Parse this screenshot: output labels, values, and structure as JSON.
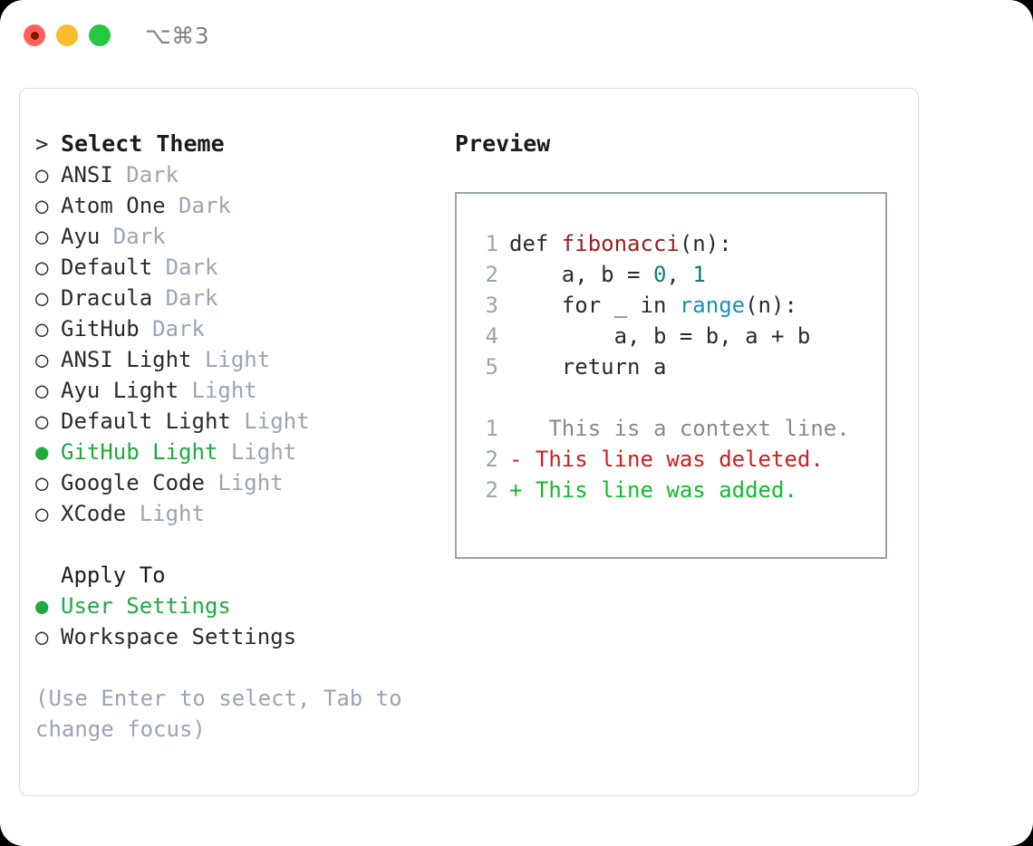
{
  "titlebar": {
    "shortcut": "⌥⌘3",
    "buttons": [
      {
        "name": "close",
        "color": "#ff6159"
      },
      {
        "name": "minimize",
        "color": "#fbbd2e"
      },
      {
        "name": "maximize",
        "color": "#26c840"
      }
    ]
  },
  "colors": {
    "selected_green": "#1faa3f",
    "muted_gray": "#9aa5b4",
    "text": "#2b2b2b",
    "panel_border": "#d5d9df",
    "preview_border": "#97a3b2",
    "diff_add": "#12bb2e",
    "diff_del": "#cc1f1f",
    "diff_ctx": "#8a8a8a",
    "syntax_function": "#9b1c1c",
    "syntax_number": "#0f7b7b",
    "syntax_call": "#1a8fbf"
  },
  "theme_list": {
    "header_marker": ">",
    "header": "Select Theme",
    "items": [
      {
        "marker": "○",
        "name": "ANSI",
        "suffix": "Dark",
        "selected": false
      },
      {
        "marker": "○",
        "name": "Atom One",
        "suffix": "Dark",
        "selected": false
      },
      {
        "marker": "○",
        "name": "Ayu",
        "suffix": "Dark",
        "selected": false
      },
      {
        "marker": "○",
        "name": "Default",
        "suffix": "Dark",
        "selected": false
      },
      {
        "marker": "○",
        "name": "Dracula",
        "suffix": "Dark",
        "selected": false
      },
      {
        "marker": "○",
        "name": "GitHub",
        "suffix": "Dark",
        "selected": false
      },
      {
        "marker": "○",
        "name": "ANSI Light",
        "suffix": "Light",
        "selected": false
      },
      {
        "marker": "○",
        "name": "Ayu Light",
        "suffix": "Light",
        "selected": false
      },
      {
        "marker": "○",
        "name": "Default Light",
        "suffix": "Light",
        "selected": false
      },
      {
        "marker": "●",
        "name": "GitHub Light",
        "suffix": "Light",
        "selected": true
      },
      {
        "marker": "○",
        "name": "Google Code",
        "suffix": "Light",
        "selected": false
      },
      {
        "marker": "○",
        "name": "XCode",
        "suffix": "Light",
        "selected": false
      }
    ]
  },
  "apply_to": {
    "title": "Apply To",
    "items": [
      {
        "marker": "●",
        "name": "User Settings",
        "selected": true
      },
      {
        "marker": "○",
        "name": "Workspace Settings",
        "selected": false
      }
    ]
  },
  "hint": "(Use Enter to select, Tab to change focus)",
  "preview": {
    "title": "Preview",
    "code_lines": [
      {
        "no": "1",
        "tokens": [
          {
            "t": "def ",
            "k": "plain"
          },
          {
            "t": "fibonacci",
            "k": "fn"
          },
          {
            "t": "(n):",
            "k": "plain"
          }
        ]
      },
      {
        "no": "2",
        "tokens": [
          {
            "t": "    a, b = ",
            "k": "plain"
          },
          {
            "t": "0",
            "k": "num"
          },
          {
            "t": ", ",
            "k": "plain"
          },
          {
            "t": "1",
            "k": "num"
          }
        ]
      },
      {
        "no": "3",
        "tokens": [
          {
            "t": "    for _ in ",
            "k": "plain"
          },
          {
            "t": "range",
            "k": "call"
          },
          {
            "t": "(n):",
            "k": "plain"
          }
        ]
      },
      {
        "no": "4",
        "tokens": [
          {
            "t": "        a, b = b, a + b",
            "k": "plain"
          }
        ]
      },
      {
        "no": "5",
        "tokens": [
          {
            "t": "    return a",
            "k": "plain"
          }
        ]
      }
    ],
    "diff_lines": [
      {
        "no": "1",
        "sign": " ",
        "text": "  This is a context line.",
        "kind": "ctx"
      },
      {
        "no": "2",
        "sign": "-",
        "text": " This line was deleted.",
        "kind": "del"
      },
      {
        "no": "2",
        "sign": "+",
        "text": " This line was added.",
        "kind": "add"
      }
    ]
  }
}
